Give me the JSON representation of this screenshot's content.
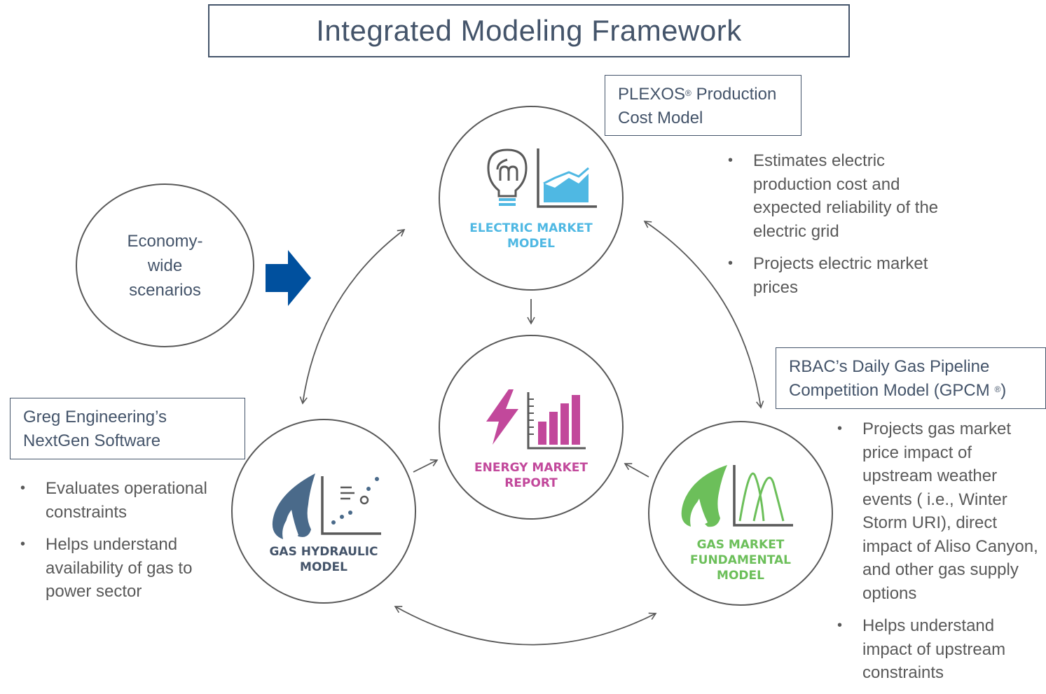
{
  "title": "Integrated Modeling Framework",
  "economy": {
    "lines": [
      "Economy-",
      "wide",
      "scenarios"
    ]
  },
  "electric_model": {
    "box_lines": [
      "PLEXOS",
      "Production",
      "Cost Model"
    ],
    "box_sup": "®",
    "label_lines": [
      "ELECTRIC MARKET",
      "MODEL"
    ],
    "bullets": [
      "Estimates electric production cost and expected reliability of the electric grid",
      "Projects electric market prices"
    ]
  },
  "energy_report": {
    "label_lines": [
      "ENERGY MARKET",
      "REPORT"
    ]
  },
  "gas_hydraulic": {
    "box_lines": [
      "Greg Engineering’s",
      "NextGen Software"
    ],
    "label_lines": [
      "GAS HYDRAULIC",
      "MODEL"
    ],
    "bullets": [
      "Evaluates operational constraints",
      "Helps understand availability of gas to power sector"
    ]
  },
  "gas_fundamental": {
    "box_lines": [
      "RBAC’s Daily Gas Pipeline",
      "Competition Model (GPCM ",
      ")"
    ],
    "box_sup": "®",
    "label_lines": [
      "GAS MARKET",
      "FUNDAMENTAL",
      "MODEL"
    ],
    "bullets": [
      "Projects gas market price impact of upstream weather events ( i.e., Winter Storm URI), direct impact of Aliso Canyon, and other gas supply options",
      "Helps understand impact of upstream constraints"
    ]
  },
  "colors": {
    "electric": "#4fb8e3",
    "energy": "#c2489b",
    "hydraulic": "#4a6a8a",
    "fundamental": "#6cbf5a",
    "arrow": "#00509e",
    "text": "#595959",
    "title": "#44546a"
  },
  "icons": [
    "lightbulb-icon",
    "area-chart-icon",
    "lightning-icon",
    "bar-chart-icon",
    "flame-icon",
    "scatter-chart-icon",
    "leaf-flame-icon",
    "bell-curve-icon",
    "right-arrow-icon"
  ]
}
